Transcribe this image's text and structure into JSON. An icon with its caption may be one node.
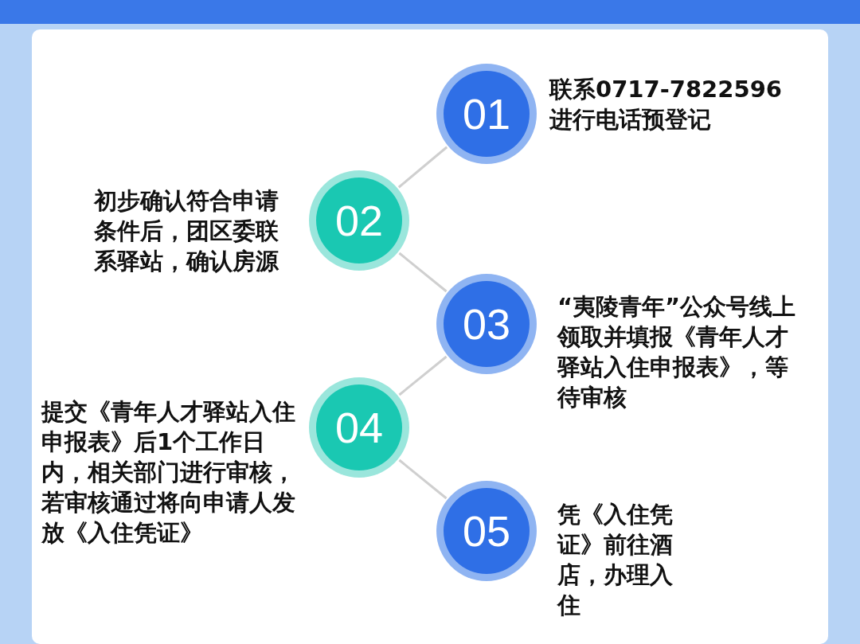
{
  "diagram": {
    "nodes": [
      {
        "text": [
          "01"
        ],
        "beside": [
          "联系0717-7822596进行电话预登记"
        ]
      },
      {
        "text": [
          "02"
        ],
        "beside": [
          "初步确认符合申请条件后，团区委联系驿站，确认房源"
        ]
      },
      {
        "text": [
          "03"
        ],
        "beside": [
          "“夷陵青年”公众号线上领取并填报《青年人才驿站入住申报表》，等待审核"
        ]
      },
      {
        "text": [
          "04"
        ],
        "beside": [
          "提交《青年人才驿站入住申报表》后1个工作日内，相关部门进行审核，若审核通过将向申请人发放《入住凭证》"
        ]
      },
      {
        "text": [
          "05"
        ],
        "beside": [
          "凭《入住凭证》前往酒店，办理入住"
        ]
      }
    ],
    "edges": [
      {
        "from": 0,
        "to": 1,
        "arrow": "none"
      },
      {
        "from": 1,
        "to": 2,
        "arrow": "none"
      },
      {
        "from": 2,
        "to": 3,
        "arrow": "none"
      },
      {
        "from": 3,
        "to": 4,
        "arrow": "none"
      }
    ]
  }
}
